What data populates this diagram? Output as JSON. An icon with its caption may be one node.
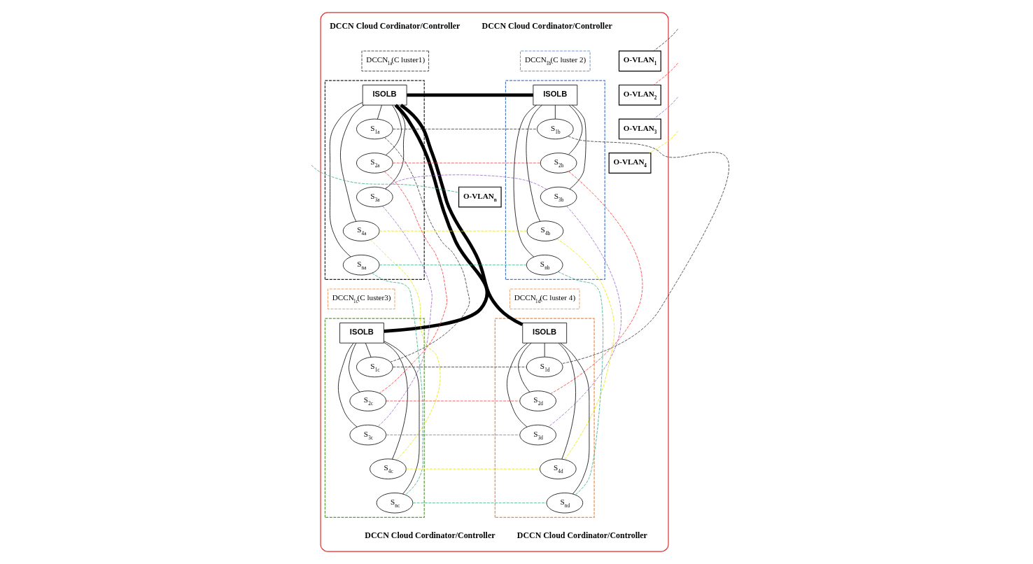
{
  "diagram": {
    "nodes": [
      {
        "text": [],
        "shape": "cloud"
      },
      {
        "text": [
          "DCCN$_{1a}$(C luster1)"
        ],
        "in": 0
      },
      {
        "text": [],
        "shape": "box",
        "in": 0
      },
      {
        "text": [
          "ISOLB"
        ],
        "in": 2
      },
      {
        "text": [
          "S$_{1a}$"
        ],
        "in": 2
      },
      {
        "text": [
          "S$_{2a}$"
        ],
        "in": 2
      },
      {
        "text": [
          "S$_{3a}$"
        ],
        "in": 2
      },
      {
        "text": [
          "S$_{4a}$"
        ],
        "in": 2
      },
      {
        "text": [
          "S$_{na}$"
        ],
        "in": 2
      },
      {
        "text": [
          "DCCN$_{1b}$(C luster 2)"
        ],
        "in": 0
      },
      {
        "text": [],
        "shape": "box",
        "in": 0
      },
      {
        "text": [
          "ISOLB"
        ],
        "in": 10
      },
      {
        "text": [
          "S$_{1b}$"
        ],
        "in": 10
      },
      {
        "text": [
          "S$_{2b}$"
        ],
        "in": 10
      },
      {
        "text": [
          "S$_{3b}$"
        ],
        "in": 10
      },
      {
        "text": [
          "S$_{4b}$"
        ],
        "in": 10
      },
      {
        "text": [
          "S$_{nb}$"
        ],
        "in": 10
      },
      {
        "text": [
          "DCCN$_{1c}$(C luster3)"
        ],
        "in": 0
      },
      {
        "text": [],
        "shape": "box",
        "in": 0
      },
      {
        "text": [
          "ISOLB"
        ],
        "in": 18
      },
      {
        "text": [
          "S$_{1c}$"
        ],
        "in": 18
      },
      {
        "text": [
          "S$_{2c}$"
        ],
        "in": 18
      },
      {
        "text": [
          "S$_{3c}$"
        ],
        "in": 18
      },
      {
        "text": [
          "S$_{4c}$"
        ],
        "in": 18
      },
      {
        "text": [
          "S$_{nc}$"
        ],
        "in": 18
      },
      {
        "text": [
          "DCCN$_{1d}$(C luster 4)"
        ],
        "in": 0
      },
      {
        "text": [],
        "shape": "box",
        "in": 0
      },
      {
        "text": [
          "ISOLB"
        ],
        "in": 26
      },
      {
        "text": [
          "S$_{1d}$"
        ],
        "in": 26
      },
      {
        "text": [
          "S$_{2d}$"
        ],
        "in": 26
      },
      {
        "text": [
          "S$_{3d}$"
        ],
        "in": 26
      },
      {
        "text": [
          "S$_{4d}$"
        ],
        "in": 26
      },
      {
        "text": [
          "S$_{nd}$"
        ],
        "in": 26
      },
      {
        "text": [
          "O-VLAN$_{1}$"
        ],
        "in": 0
      },
      {
        "text": [
          "O-VLAN$_{2}$"
        ],
        "in": 0
      },
      {
        "text": [
          "O-VLAN$_{3}$"
        ],
        "in": 0
      },
      {
        "text": [
          "O-VLAN$_{4}$"
        ],
        "in": 0
      },
      {
        "text": [
          "O-VLAN$_{n}$"
        ],
        "in": 0
      }
    ],
    "edges": [
      {
        "from": 3,
        "to": 11,
        "arrow": "none",
        "style": "thick"
      },
      {
        "from": 3,
        "to": 19,
        "arrow": "none",
        "style": "thick"
      },
      {
        "from": 3,
        "to": 27,
        "arrow": "none",
        "style": "thick"
      },
      {
        "from": 3,
        "to": 4,
        "arrow": "none"
      },
      {
        "from": 3,
        "to": 5,
        "arrow": "none"
      },
      {
        "from": 3,
        "to": 6,
        "arrow": "none"
      },
      {
        "from": 3,
        "to": 7,
        "arrow": "none"
      },
      {
        "from": 3,
        "to": 8,
        "arrow": "none"
      },
      {
        "from": 11,
        "to": 12,
        "arrow": "none"
      },
      {
        "from": 11,
        "to": 13,
        "arrow": "none"
      },
      {
        "from": 11,
        "to": 14,
        "arrow": "none"
      },
      {
        "from": 11,
        "to": 15,
        "arrow": "none"
      },
      {
        "from": 11,
        "to": 16,
        "arrow": "none"
      },
      {
        "from": 19,
        "to": 20,
        "arrow": "none"
      },
      {
        "from": 19,
        "to": 21,
        "arrow": "none"
      },
      {
        "from": 19,
        "to": 22,
        "arrow": "none"
      },
      {
        "from": 19,
        "to": 23,
        "arrow": "none"
      },
      {
        "from": 19,
        "to": 24,
        "arrow": "none"
      },
      {
        "from": 27,
        "to": 28,
        "arrow": "none"
      },
      {
        "from": 27,
        "to": 29,
        "arrow": "none"
      },
      {
        "from": 27,
        "to": 30,
        "arrow": "none"
      },
      {
        "from": 27,
        "to": 31,
        "arrow": "none"
      },
      {
        "from": 27,
        "to": 32,
        "arrow": "none"
      },
      {
        "from": 4,
        "to": 12,
        "arrow": "none",
        "style": "dashed",
        "color": "#333333"
      },
      {
        "from": 4,
        "to": 20,
        "arrow": "none",
        "style": "dashed",
        "color": "#333333"
      },
      {
        "from": 12,
        "to": 28,
        "arrow": "none",
        "style": "dashed",
        "color": "#333333"
      },
      {
        "from": 20,
        "to": 28,
        "arrow": "none",
        "style": "dashed",
        "color": "#333333"
      },
      {
        "from": 5,
        "to": 13,
        "arrow": "none",
        "style": "dashed",
        "color": "#ff3333"
      },
      {
        "from": 5,
        "to": 21,
        "arrow": "none",
        "style": "dashed",
        "color": "#ff3333"
      },
      {
        "from": 13,
        "to": 29,
        "arrow": "none",
        "style": "dashed",
        "color": "#ff3333"
      },
      {
        "from": 21,
        "to": 29,
        "arrow": "none",
        "style": "dashed",
        "color": "#ff3333"
      },
      {
        "from": 6,
        "to": 14,
        "arrow": "none",
        "style": "dashed",
        "color": "#9966cc"
      },
      {
        "from": 6,
        "to": 22,
        "arrow": "none",
        "style": "dashed",
        "color": "#9966cc"
      },
      {
        "from": 14,
        "to": 30,
        "arrow": "none",
        "style": "dashed",
        "color": "#9966cc"
      },
      {
        "from": 22,
        "to": 30,
        "arrow": "none",
        "style": "dashed",
        "color": "#9966cc"
      },
      {
        "from": 7,
        "to": 15,
        "arrow": "none",
        "style": "dashed",
        "color": "#e6e600"
      },
      {
        "from": 7,
        "to": 23,
        "arrow": "none",
        "style": "dashed",
        "color": "#e6e600"
      },
      {
        "from": 15,
        "to": 31,
        "arrow": "none",
        "style": "dashed",
        "color": "#e6e600"
      },
      {
        "from": 23,
        "to": 31,
        "arrow": "none",
        "style": "dashed",
        "color": "#e6e600"
      },
      {
        "from": 8,
        "to": 16,
        "arrow": "none",
        "style": "dashed",
        "color": "#33aa88"
      },
      {
        "from": 8,
        "to": 24,
        "arrow": "none",
        "style": "dashed",
        "color": "#33aa88"
      },
      {
        "from": 16,
        "to": 32,
        "arrow": "none",
        "style": "dashed",
        "color": "#33aa88"
      },
      {
        "from": 24,
        "to": 32,
        "arrow": "none",
        "style": "dashed",
        "color": "#33aa88"
      },
      {
        "from": null,
        "to": 33,
        "arrow": "none",
        "style": "dashed",
        "color": "#333333"
      },
      {
        "from": null,
        "to": 34,
        "arrow": "none",
        "style": "dashed",
        "color": "#ff3333"
      },
      {
        "from": null,
        "to": 35,
        "arrow": "none",
        "style": "dashed",
        "color": "#9966cc"
      },
      {
        "from": null,
        "to": 36,
        "arrow": "none",
        "style": "dashed",
        "color": "#e6e600"
      },
      {
        "from": null,
        "to": 37,
        "arrow": "none",
        "style": "dashed",
        "color": "#33aa88"
      }
    ],
    "labels": [
      "DCCN Cloud Cordinator/Controller",
      "DCCN Cloud Cordinator/Controller",
      "DCCN Cloud Cordinator/Controller",
      "DCCN Cloud Cordinator/Controller"
    ]
  }
}
